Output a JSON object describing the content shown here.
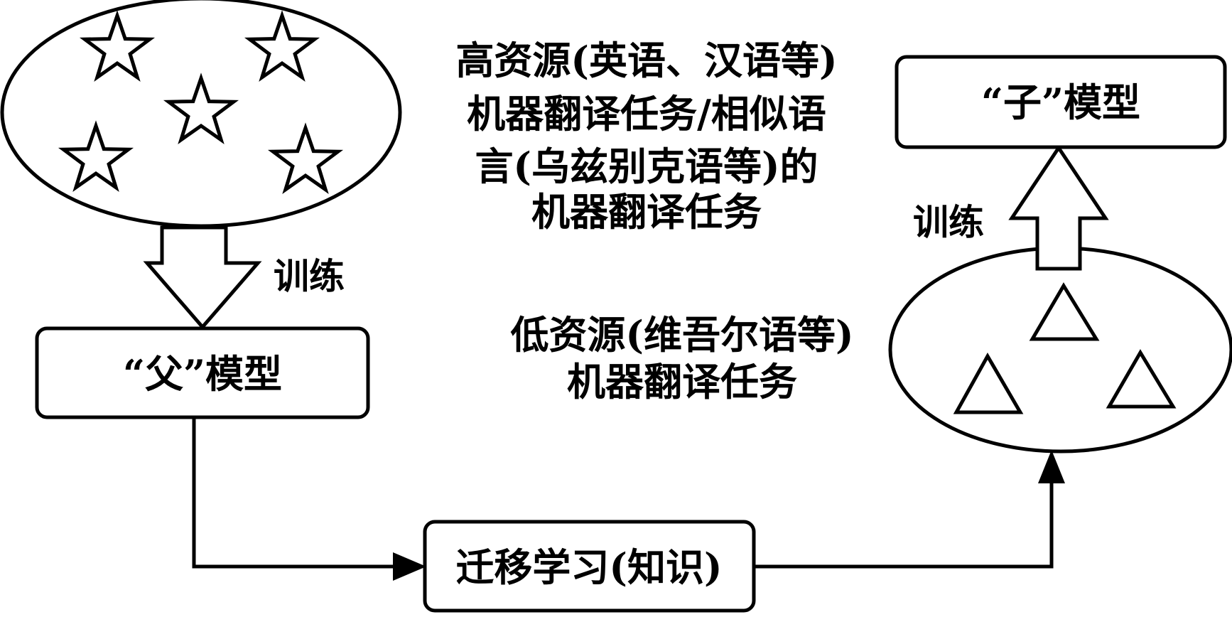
{
  "nodes": {
    "parent_model": "“父”模型",
    "child_model": "“子”模型",
    "transfer": "迁移学习(知识)"
  },
  "edges": {
    "train_left": "训练",
    "train_right": "训练"
  },
  "descriptions": {
    "high_resource": [
      "高资源(英语、汉语等)",
      "机器翻译任务/相似语",
      "言(乌兹别克语等)的",
      "机器翻译任务"
    ],
    "low_resource": [
      "低资源(维吾尔语等)",
      "机器翻译任务"
    ]
  },
  "colors": {
    "stroke": "#000000",
    "fill": "#ffffff"
  },
  "icons": {
    "high_resource_set": "star-icon",
    "low_resource_set": "triangle-icon"
  }
}
